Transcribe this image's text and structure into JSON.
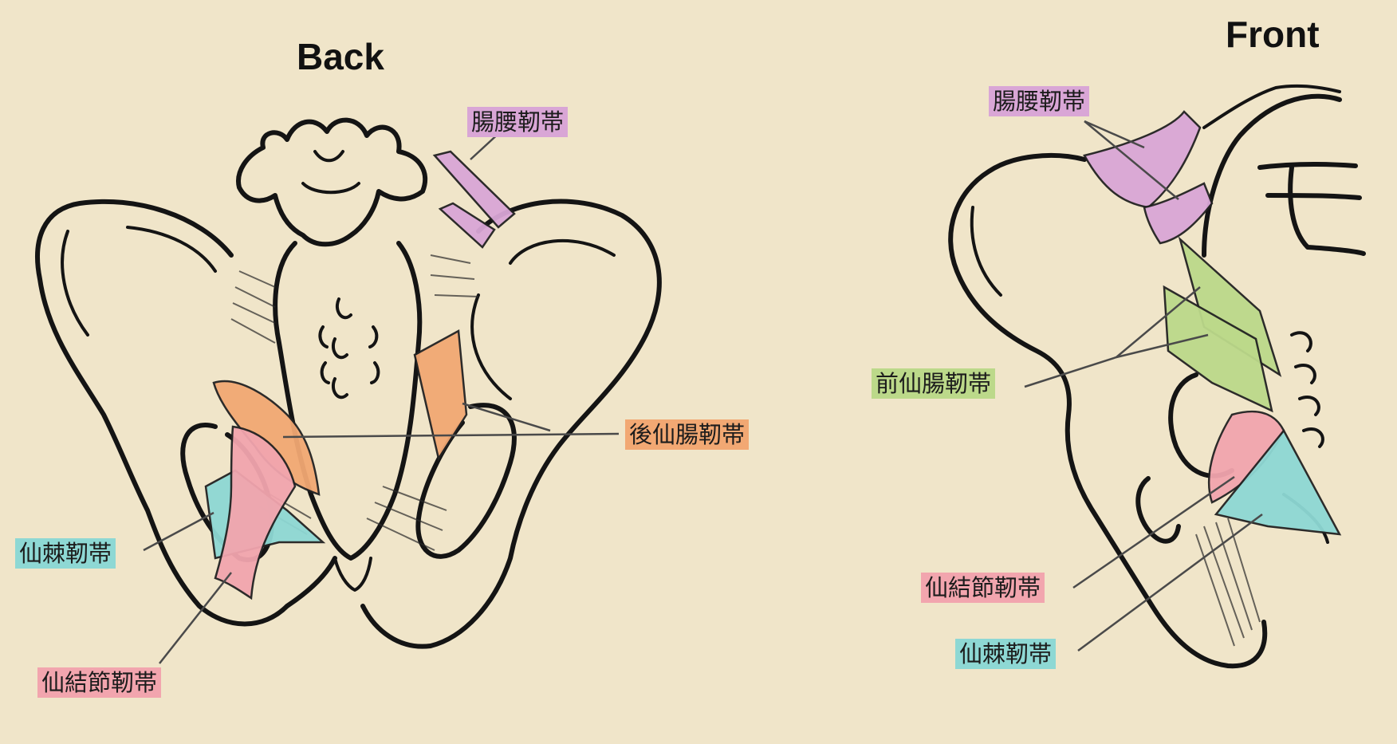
{
  "views": {
    "back": {
      "title": "Back",
      "labels": {
        "iliolumbar": "腸腰靭帯",
        "posterior_sacroiliac": "後仙腸靭帯",
        "sacrospinous": "仙棘靭帯",
        "sacrotuberous": "仙結節靭帯"
      }
    },
    "front": {
      "title": "Front",
      "labels": {
        "iliolumbar": "腸腰靭帯",
        "anterior_sacroiliac": "前仙腸靭帯",
        "sacrotuberous": "仙結節靭帯",
        "sacrospinous": "仙棘靭帯"
      }
    }
  },
  "colors": {
    "background": "#f0e5c9",
    "iliolumbar": "#d9a6d6",
    "posterior_sacroiliac": "#f2a873",
    "anterior_sacroiliac": "#bcd98a",
    "sacrotuberous": "#f2a5ae",
    "sacrospinous": "#8ed8d4"
  }
}
